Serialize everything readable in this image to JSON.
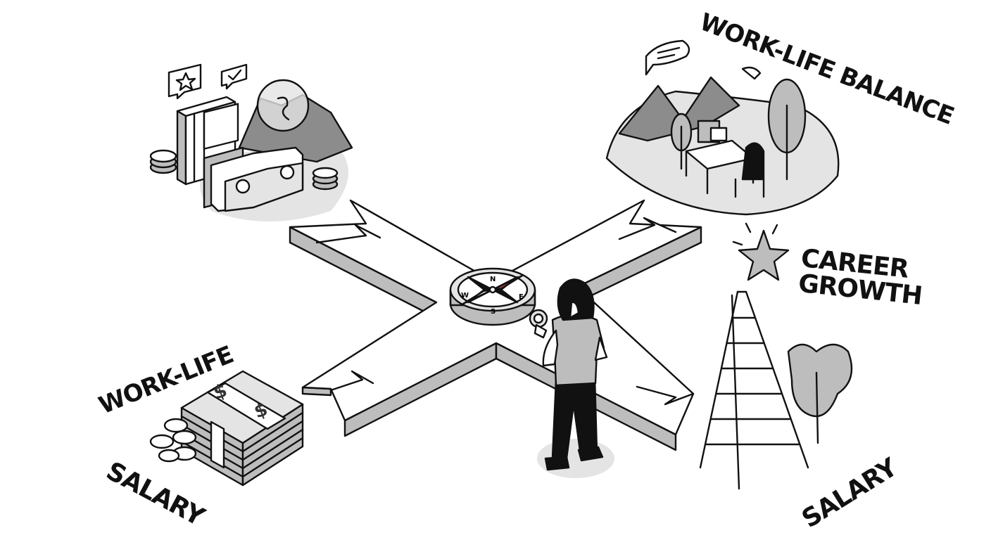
{
  "labels": {
    "work_life_balance": "WORK-LIFE BALANCE",
    "career_growth": "CAREER GROWTH",
    "work_life": "WORK-LIFE",
    "salary_left": "SALARY",
    "salary_right": "SALARY"
  },
  "compass": {
    "n": "N",
    "e": "E",
    "s": "S",
    "w": "W"
  },
  "icons": {
    "money": "dollar-sign",
    "review": "star-speech-bubble",
    "approval": "checkmark-speech-bubble",
    "chat": "speech-bubble",
    "highlight": "star"
  },
  "colors": {
    "ink": "#111111",
    "gray": "#bdbdbd",
    "light": "#e6e6e6",
    "accent": "#d9534f"
  }
}
